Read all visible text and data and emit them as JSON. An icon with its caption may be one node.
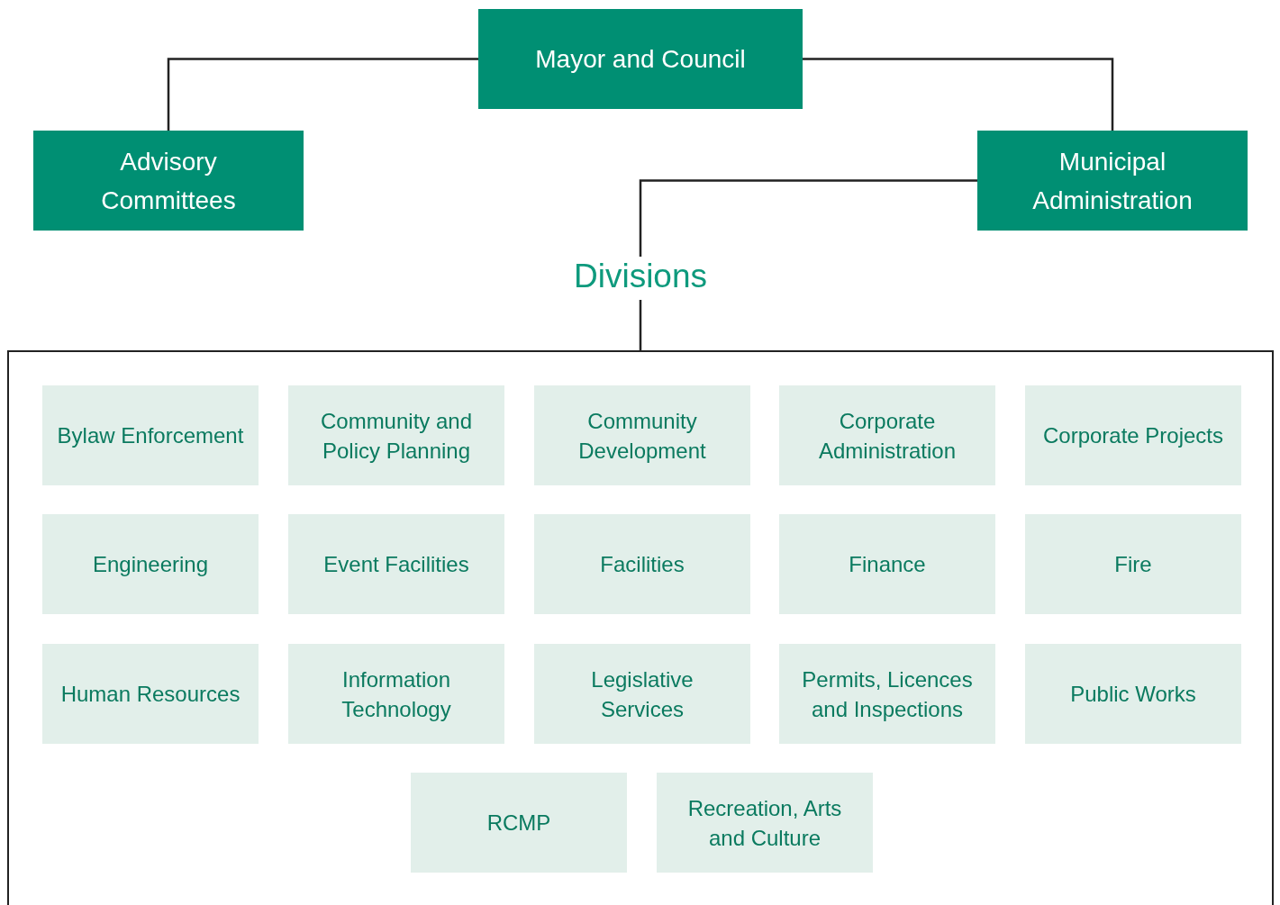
{
  "diagram": {
    "nodes": [
      {
        "text": [
          "Mayor and Council"
        ]
      },
      {
        "text": [
          "Advisory Committees"
        ]
      },
      {
        "text": [
          "Municipal Administration"
        ]
      },
      {
        "text": [
          "Divisions"
        ]
      },
      {
        "text": [
          "Bylaw Enforcement"
        ],
        "in": 3
      },
      {
        "text": [
          "Community and Policy Planning"
        ],
        "in": 3
      },
      {
        "text": [
          "Community Development"
        ],
        "in": 3
      },
      {
        "text": [
          "Corporate Administration"
        ],
        "in": 3
      },
      {
        "text": [
          "Corporate Projects"
        ],
        "in": 3
      },
      {
        "text": [
          "Engineering"
        ],
        "in": 3
      },
      {
        "text": [
          "Event Facilities"
        ],
        "in": 3
      },
      {
        "text": [
          "Facilities"
        ],
        "in": 3
      },
      {
        "text": [
          "Finance"
        ],
        "in": 3
      },
      {
        "text": [
          "Fire"
        ],
        "in": 3
      },
      {
        "text": [
          "Human Resources"
        ],
        "in": 3
      },
      {
        "text": [
          "Information Technology"
        ],
        "in": 3
      },
      {
        "text": [
          "Legislative Services"
        ],
        "in": 3
      },
      {
        "text": [
          "Permits, Licences and Inspections"
        ],
        "in": 3
      },
      {
        "text": [
          "Public Works"
        ],
        "in": 3
      },
      {
        "text": [
          "RCMP"
        ],
        "in": 3
      },
      {
        "text": [
          "Recreation, Arts and Culture"
        ],
        "in": 3
      }
    ],
    "edges": [
      {
        "from": 0,
        "to": 1,
        "arrow": "none"
      },
      {
        "from": 0,
        "to": 2,
        "arrow": "none"
      },
      {
        "from": 2,
        "to": 3,
        "arrow": "none"
      }
    ]
  }
}
